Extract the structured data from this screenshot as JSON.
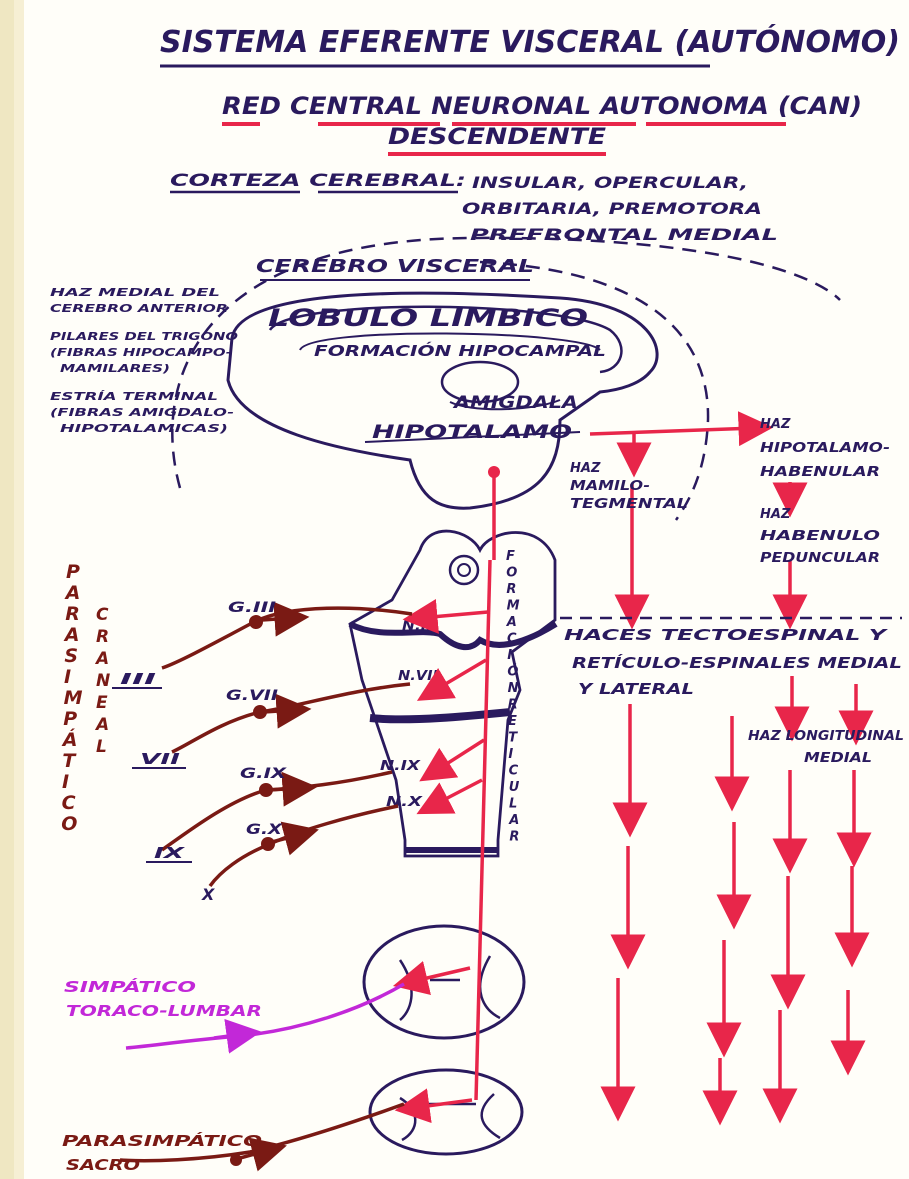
{
  "header": {
    "title": "SISTEMA EFERENTE VISCERAL (AUTÓNOMO)",
    "subtitle": "RED CENTRAL NEURONAL AUTONOMA (CAN)",
    "subtitle2": "DESCENDENTE"
  },
  "cortex": {
    "label": "CORTEZA CEREBRAL:",
    "line1": "INSULAR, OPERCULAR,",
    "line2": "ORBITARIA, PREMOTORA",
    "line3": "PREFRONTAL MEDIAL"
  },
  "brain": {
    "cerebro_visceral": "CEREBRO VISCERAL",
    "lobulo_limbico": "LOBULO LIMBICO",
    "formacion_hipocampal": "FORMACIÓN HIPOCAMPAL",
    "amigdala": "AMIGDALA",
    "hipotalamo": "HIPOTALAMO"
  },
  "left_notes": {
    "n1a": "HAZ MEDIAL DEL",
    "n1b": "CEREBRO ANTERIOR",
    "n2a": "PILARES DEL TRIGONO",
    "n2b": "(FIBRAS HIPOCAMPO-",
    "n2c": "MAMILARES)",
    "n3a": "ESTRÍA TERMINAL",
    "n3b": "(FIBRAS AMIGDALO-",
    "n3c": "HIPOTALAMICAS)"
  },
  "tracts": {
    "mamilo_a": "HAZ",
    "mamilo_b": "MAMILO-",
    "mamilo_c": "TEGMENTAL",
    "hipot_a": "HAZ",
    "hipot_b": "HIPOTALAMO-",
    "hipot_c": "HABENULAR",
    "haben_a": "HAZ",
    "haben_b": "HABENULO",
    "haben_c": "PEDUNCULAR",
    "haces_a": "HACES TECTOESPINAL Y",
    "haces_b": "RETÍCULO-ESPINALES MEDIAL",
    "haces_c": "Y LATERAL",
    "longit_a": "HAZ LONGITUDINAL",
    "longit_b": "MEDIAL"
  },
  "reticular": {
    "letters": [
      "F",
      "O",
      "R",
      "M",
      "A",
      "C",
      "I",
      "Ó",
      "N",
      "R",
      "E",
      "T",
      "I",
      "C",
      "U",
      "L",
      "A",
      "R"
    ]
  },
  "nuclei": {
    "n3": "N.III",
    "n7": "N.VII",
    "n9": "N.IX",
    "n10": "N.X"
  },
  "ganglia": {
    "g3": "G.III",
    "g7": "G.VII",
    "g9": "G.IX",
    "g10": "G.X"
  },
  "nerves": {
    "n3": "III",
    "n7": "VII",
    "n9": "IX",
    "n10": "X"
  },
  "parasimpatico": {
    "vertical": [
      "P",
      "A",
      "R",
      "A",
      "S",
      "I",
      "M",
      "P",
      "Á",
      "T",
      "I",
      "C",
      "O"
    ],
    "craneal": [
      "C",
      "R",
      "A",
      "N",
      "E",
      "A",
      "L"
    ],
    "sacro_a": "PARASIMPÁTICO",
    "sacro_b": "SACRO"
  },
  "simpatico": {
    "a": "SIMPÁTICO",
    "b": "TORACO-LUMBAR"
  },
  "colors": {
    "ink": "#2a1a5e",
    "red": "#e8264a",
    "brown": "#7a1a14",
    "magenta": "#c228d8"
  }
}
